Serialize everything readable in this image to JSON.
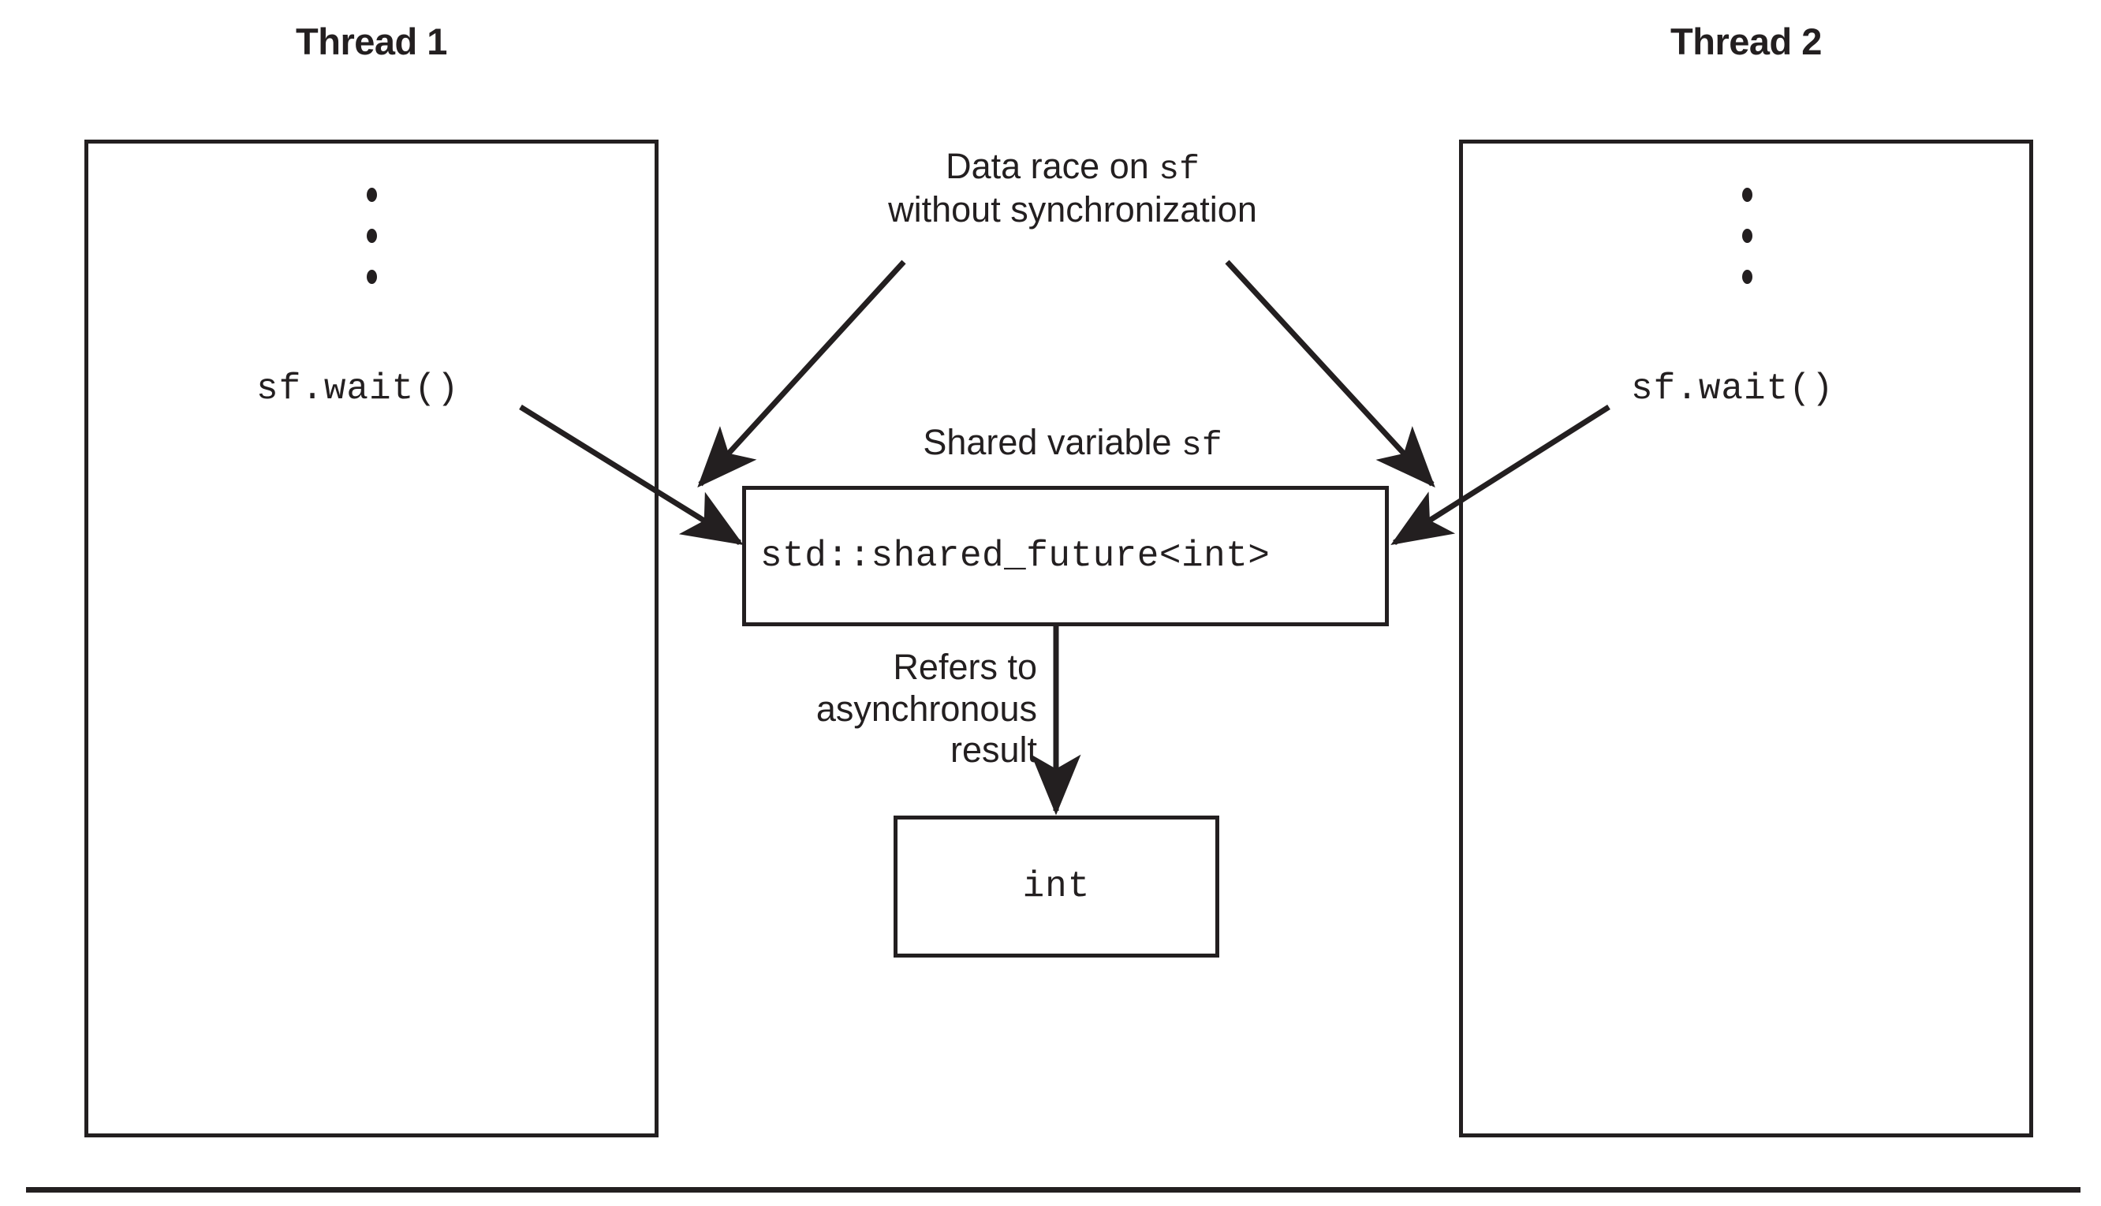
{
  "diagram": {
    "title_left": "Thread 1",
    "title_right": "Thread 2",
    "threads": [
      {
        "name": "Thread 1",
        "ellipsis": "⋮",
        "call": "sf.wait()"
      },
      {
        "name": "Thread 2",
        "ellipsis": "⋮",
        "call": "sf.wait()"
      }
    ],
    "shared_box": {
      "code": "std::shared_future<int>"
    },
    "int_box": {
      "code": "int"
    },
    "annotations": {
      "data_race_line1_text": "Data race on ",
      "data_race_line1_code": "sf",
      "data_race_line2": "without synchronization",
      "shared_variable_text": "Shared variable ",
      "shared_variable_code": "sf",
      "refers_line1": "Refers to",
      "refers_line2": "asynchronous",
      "refers_line3": "result"
    },
    "colors": {
      "ink": "#231f20",
      "background": "#ffffff"
    }
  }
}
